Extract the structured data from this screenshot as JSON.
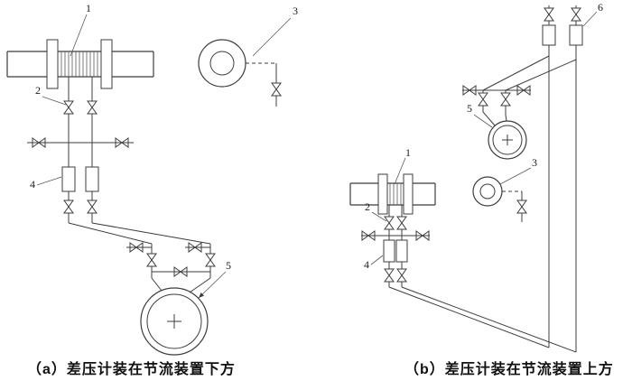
{
  "figure": {
    "background_color": "#ffffff",
    "line_color": "#3c3c3c",
    "diagram_a": {
      "caption": "（a）差压计装在节流装置下方",
      "labels": {
        "orifice": "1",
        "tap_valve": "2",
        "pressure_gauge": "3",
        "condenser_pot": "4",
        "dp_meter": "5"
      }
    },
    "diagram_b": {
      "caption": "（b）差压计装在节流装置上方",
      "labels": {
        "orifice": "1",
        "tap_valve": "2",
        "pressure_gauge": "3",
        "condenser_pot": "4",
        "dp_meter": "5",
        "gas_collector": "6"
      }
    },
    "icon_legend": {
      "bowtie": "shutoff-valve-icon",
      "double_circle_cross": "differential-pressure-meter-icon",
      "double_circle": "pressure-gauge-icon",
      "small_rect": "condenser-pot-icon",
      "hatched_block": "orifice-plate-icon"
    }
  }
}
